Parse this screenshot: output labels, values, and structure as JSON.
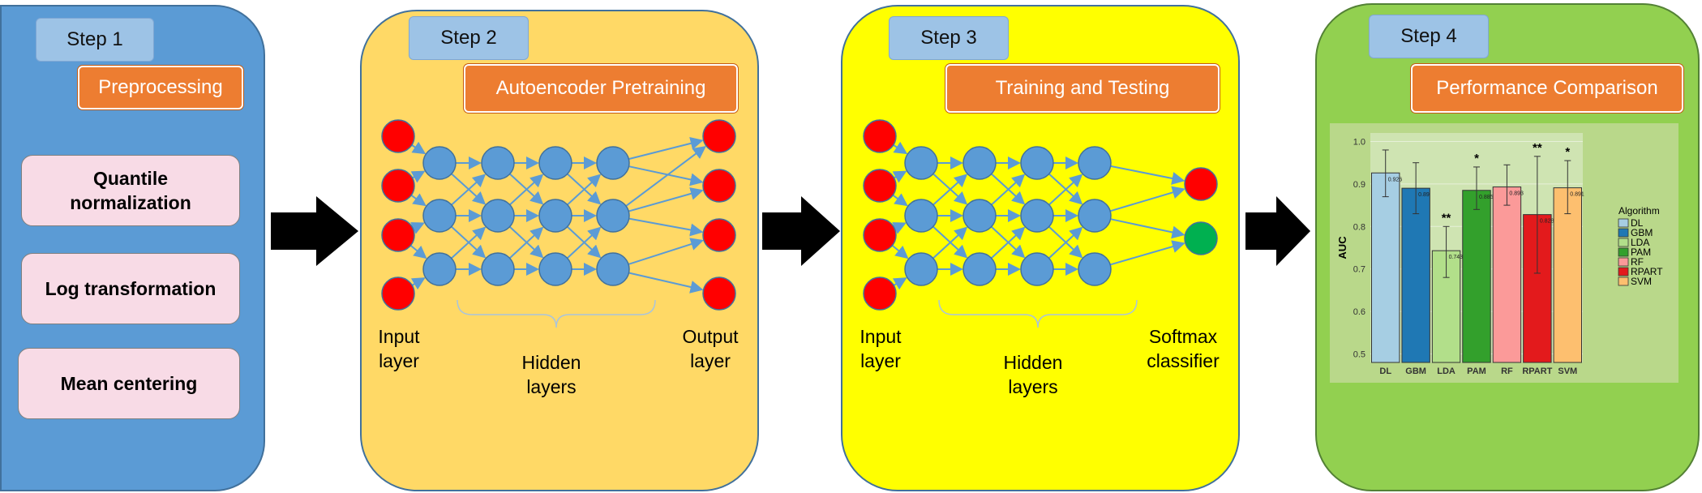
{
  "steps": {
    "s1": {
      "label": "Step 1",
      "title": "Preprocessing",
      "items": [
        "Quantile normalization",
        "Log transformation",
        "Mean centering"
      ]
    },
    "s2": {
      "label": "Step 2",
      "title": "Autoencoder Pretraining",
      "input_label": "Input layer",
      "hidden_label": "Hidden layers",
      "output_label": "Output layer"
    },
    "s3": {
      "label": "Step 3",
      "title": "Training and Testing",
      "input_label": "Input layer",
      "hidden_label": "Hidden layers",
      "output_label": "Softmax classifier"
    },
    "s4": {
      "label": "Step 4",
      "title": "Performance Comparison"
    }
  },
  "colors": {
    "input_node": "#ff0000",
    "hidden_node": "#5b9bd5",
    "output_node_2": "#00b050",
    "edge": "#5b9bd5"
  },
  "chart_data": {
    "type": "bar",
    "categories": [
      "DL",
      "GBM",
      "LDA",
      "PAM",
      "RF",
      "RPART",
      "SVM"
    ],
    "values": [
      0.926,
      0.89,
      0.743,
      0.885,
      0.893,
      0.828,
      0.891
    ],
    "value_labels": [
      "0.926",
      "0.89",
      "0.743",
      "0.885",
      "0.893",
      "0.828",
      "0.891"
    ],
    "error_low": [
      0.87,
      0.83,
      0.68,
      0.84,
      0.85,
      0.69,
      0.83
    ],
    "error_high": [
      0.98,
      0.95,
      0.8,
      0.94,
      0.945,
      0.965,
      0.955
    ],
    "significance": [
      "",
      "",
      "**",
      "*",
      "",
      "**",
      "*"
    ],
    "colors": [
      "#a6cee3",
      "#1f78b4",
      "#b2df8a",
      "#33a02c",
      "#fb9a99",
      "#e31a1c",
      "#fdbf6f"
    ],
    "ylabel": "AUC",
    "yticks": [
      "0.5",
      "0.6",
      "0.7",
      "0.8",
      "0.9",
      "1.0"
    ],
    "ylim": [
      0.48,
      1.02
    ],
    "legend_title": "Algorithm",
    "legend_position": "right",
    "grid": true
  }
}
